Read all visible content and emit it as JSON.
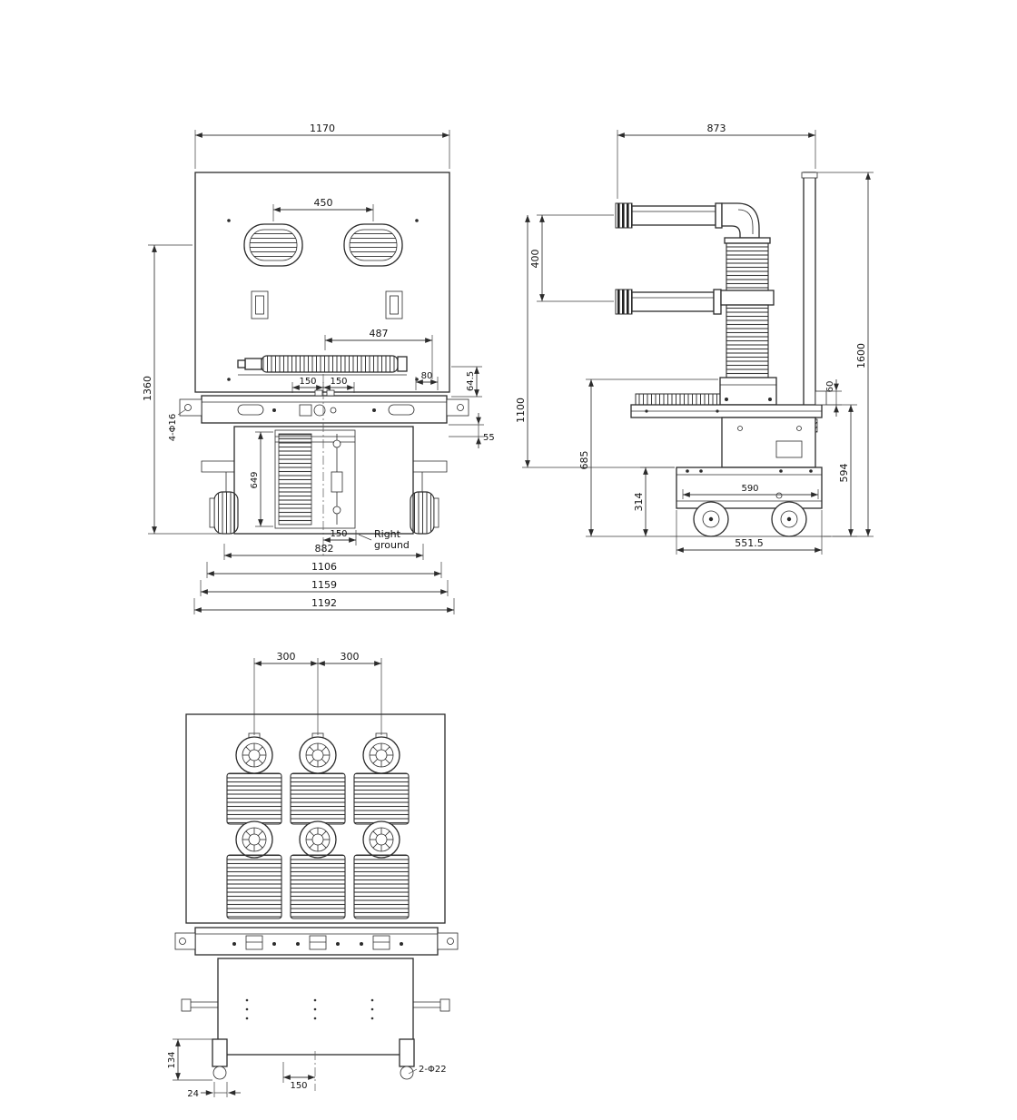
{
  "front": {
    "d_1170": "1170",
    "d_450": "450",
    "d_487": "487",
    "d_80": "80",
    "d_64_5": "64.5",
    "d_150_left": "150",
    "d_150_right": "150",
    "d_55": "55",
    "d_1360": "1360",
    "d_holes": "4-Φ16",
    "d_649": "649",
    "d_150_bottom": "150",
    "ground_line1": "Right",
    "ground_line2": "ground",
    "d_882": "882",
    "d_1106": "1106",
    "d_1159": "1159",
    "d_1192": "1192"
  },
  "side": {
    "d_873": "873",
    "d_400": "400",
    "d_1100": "1100",
    "d_685": "685",
    "d_314": "314",
    "d_590": "590",
    "d_551_5": "551.5",
    "d_60": "60",
    "d_594": "594",
    "d_1600": "1600"
  },
  "rear": {
    "d_300_left": "300",
    "d_300_right": "300",
    "d_134": "134",
    "d_24": "24",
    "d_150": "150",
    "d_holes": "2-Φ22"
  }
}
